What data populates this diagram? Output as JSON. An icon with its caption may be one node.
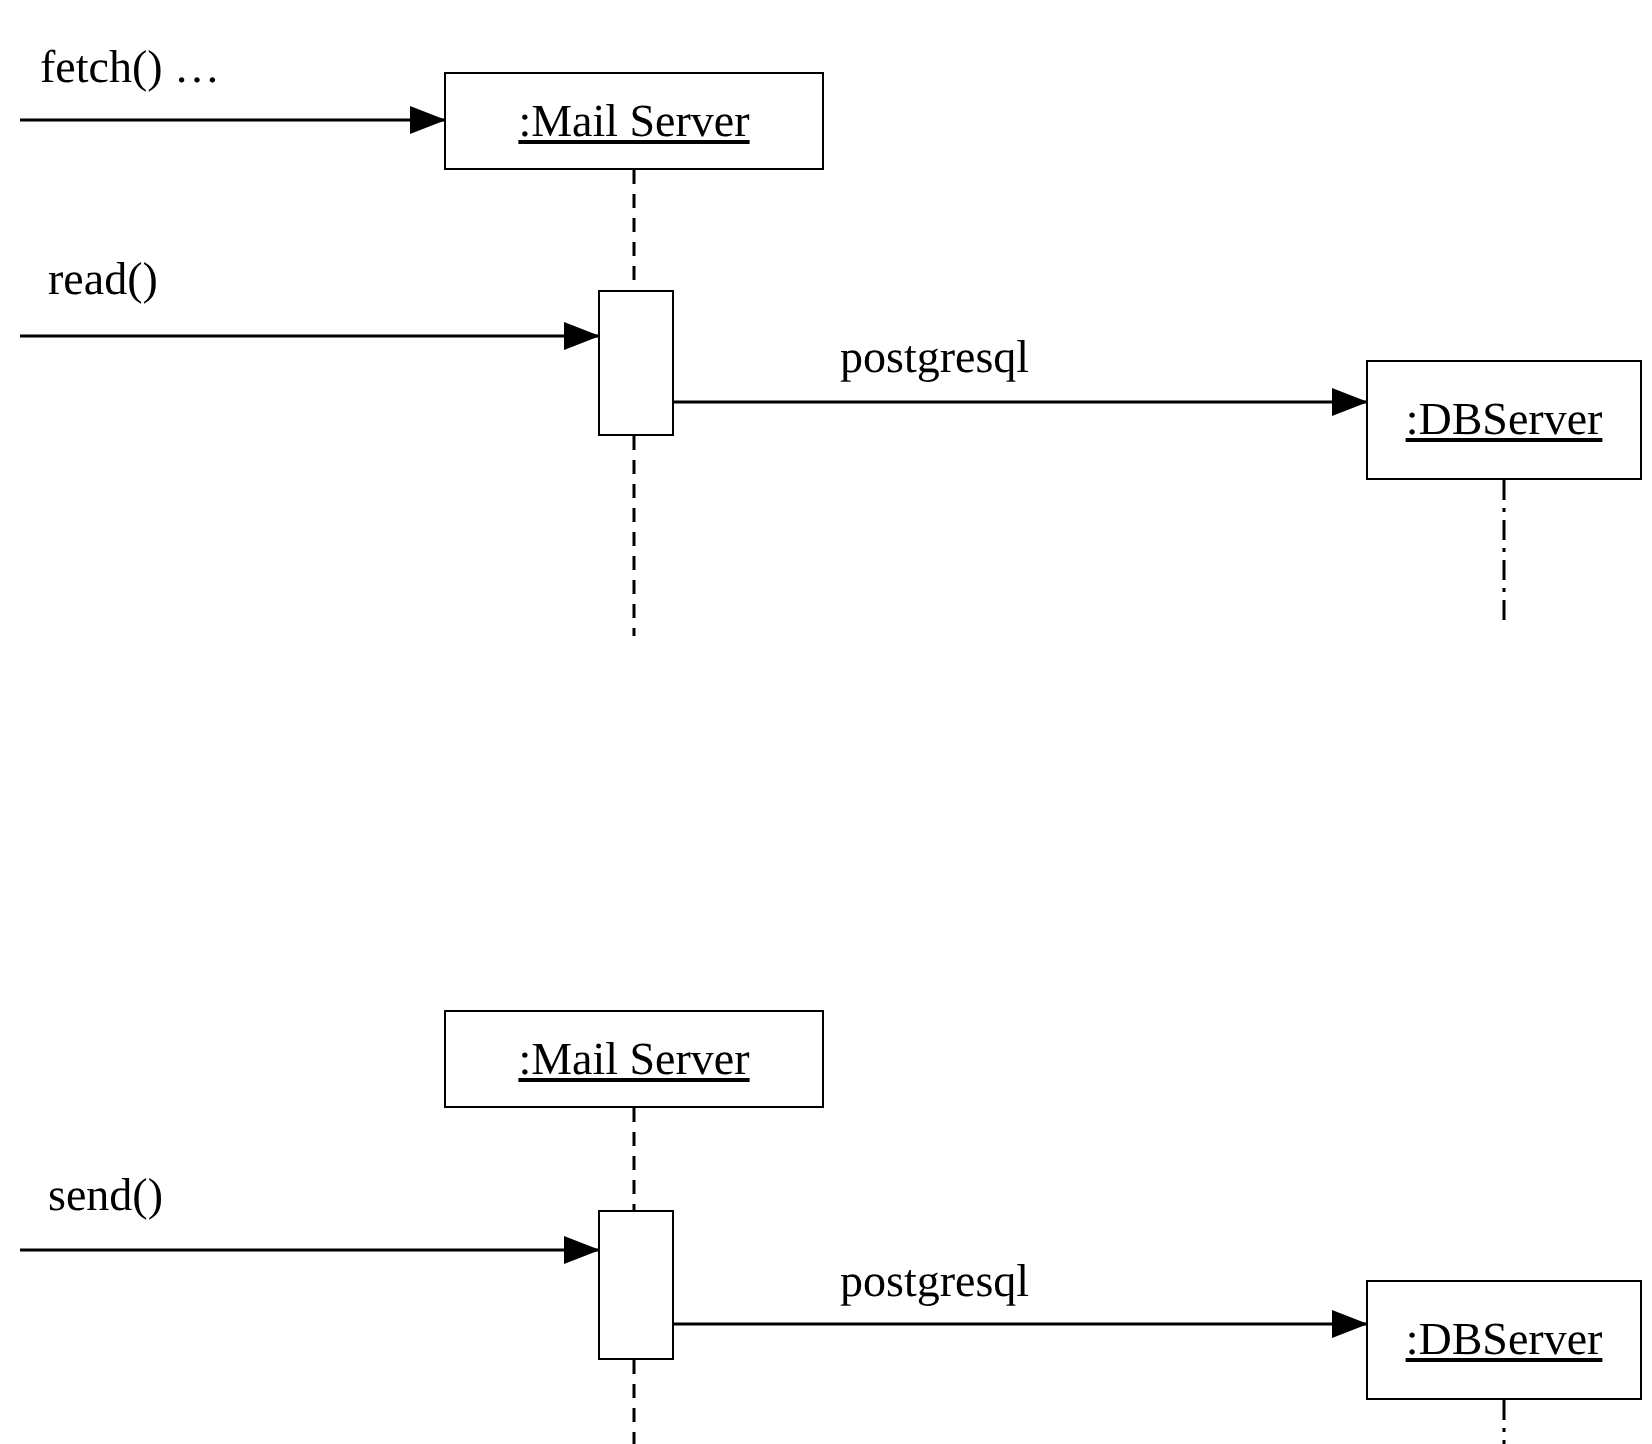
{
  "diagram": {
    "nodes": [
      {
        "text": [
          ":Mail Server"
        ]
      },
      {
        "text": [],
        "shape": "bar"
      },
      {
        "text": [
          ":DBServer"
        ]
      },
      {
        "text": [
          ":Mail Server"
        ]
      },
      {
        "text": [],
        "shape": "bar"
      },
      {
        "text": [
          ":DBServer"
        ]
      }
    ],
    "edges": [
      {
        "from": null,
        "to": 0,
        "arrow": "to",
        "label": "fetch() …"
      },
      {
        "from": null,
        "to": 1,
        "arrow": "to",
        "label": "read()"
      },
      {
        "from": 1,
        "to": 2,
        "arrow": "to",
        "label": "postgresql"
      },
      {
        "from": null,
        "to": 4,
        "arrow": "to",
        "label": "send()"
      },
      {
        "from": 4,
        "to": 5,
        "arrow": "to",
        "label": "postgresql"
      },
      {
        "from": 0,
        "to": 1,
        "arrow": "none",
        "style": "dashed"
      },
      {
        "from": 3,
        "to": 4,
        "arrow": "none",
        "style": "dashed"
      }
    ]
  }
}
